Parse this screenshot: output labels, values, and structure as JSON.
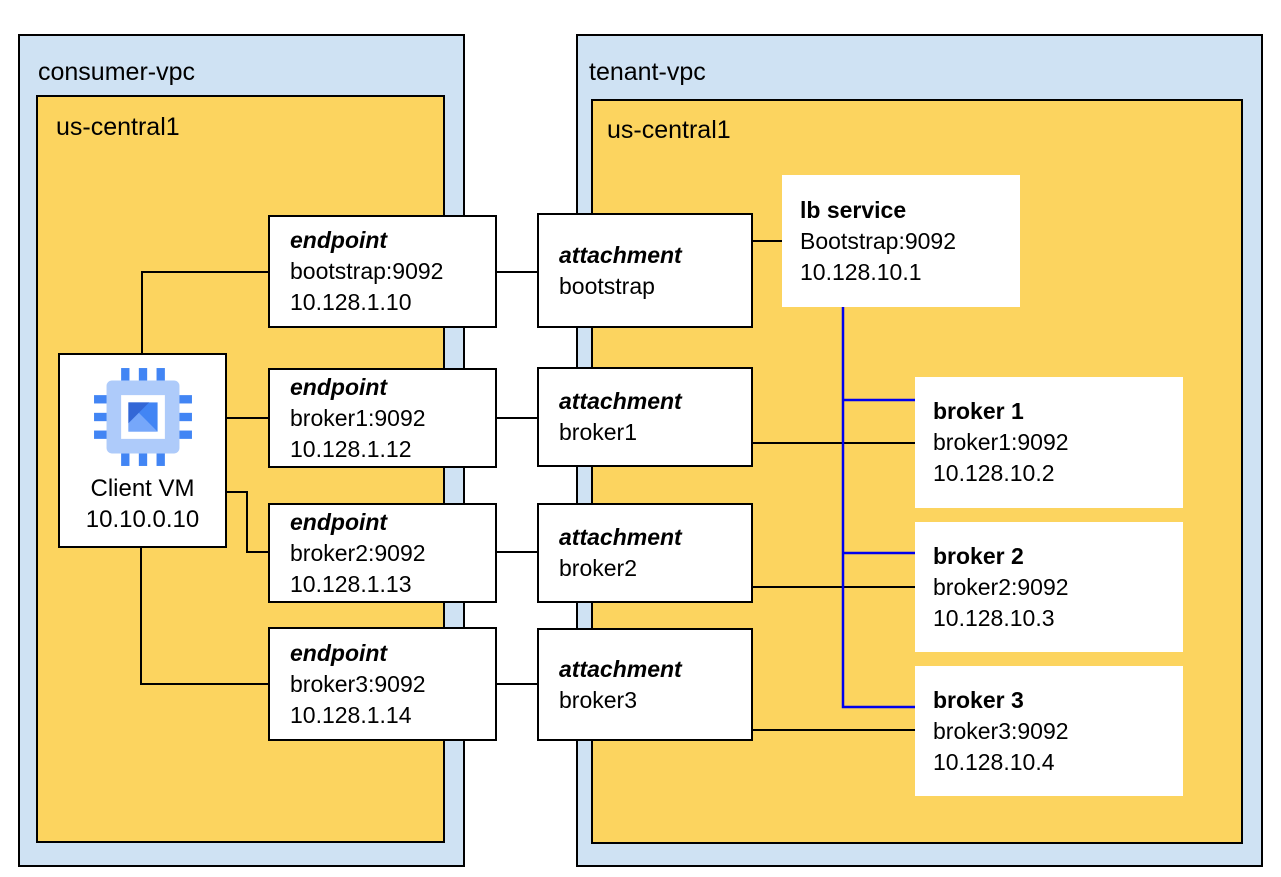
{
  "diagram": {
    "consumer_vpc": {
      "label": "consumer-vpc",
      "region_label": "us-central1"
    },
    "tenant_vpc": {
      "label": "tenant-vpc",
      "region_label": "us-central1"
    },
    "client_vm": {
      "name": "Client VM",
      "ip": "10.10.0.10",
      "icon": "compute-engine-chip-icon"
    },
    "endpoints": [
      {
        "title": "endpoint",
        "target": "bootstrap:9092",
        "ip": "10.128.1.10"
      },
      {
        "title": "endpoint",
        "target": "broker1:9092",
        "ip": "10.128.1.12"
      },
      {
        "title": "endpoint",
        "target": "broker2:9092",
        "ip": "10.128.1.13"
      },
      {
        "title": "endpoint",
        "target": "broker3:9092",
        "ip": "10.128.1.14"
      }
    ],
    "attachments": [
      {
        "title": "attachment",
        "name": "bootstrap"
      },
      {
        "title": "attachment",
        "name": "broker1"
      },
      {
        "title": "attachment",
        "name": "broker2"
      },
      {
        "title": "attachment",
        "name": "broker3"
      }
    ],
    "lb_service": {
      "title": "lb service",
      "listener": "Bootstrap:9092",
      "ip": "10.128.10.1"
    },
    "brokers": [
      {
        "title": "broker 1",
        "listener": "broker1:9092",
        "ip": "10.128.10.2"
      },
      {
        "title": "broker 2",
        "listener": "broker2:9092",
        "ip": "10.128.10.3"
      },
      {
        "title": "broker 3",
        "listener": "broker3:9092",
        "ip": "10.128.10.4"
      }
    ],
    "theme": {
      "vpc_fill": "#cfe2f3",
      "region_fill": "#fcd45f",
      "node_fill": "#ffffff",
      "border_color": "#000000",
      "lb_link_color": "#0000ee",
      "icon_blue": "#4285f4",
      "icon_light_blue": "#aecbfa"
    }
  }
}
